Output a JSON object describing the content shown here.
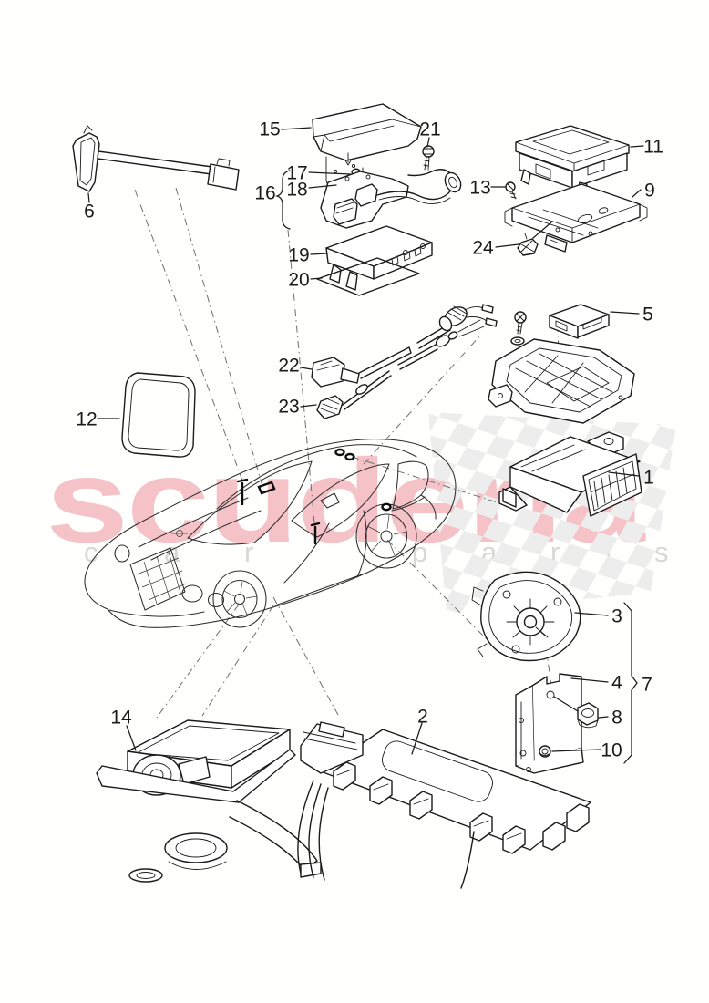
{
  "watermark": {
    "brand": "scuderia",
    "brand_color": "#f4c2c7",
    "tagline": "car parts",
    "letters": [
      "c",
      "a",
      "r",
      "p",
      "a",
      "r",
      "t",
      "s"
    ],
    "tagline_color": "#d8d8d8",
    "checker_color": "#ededed"
  },
  "diagram": {
    "kind": "exploded-parts-line-drawing",
    "line_color": "#1b1b1b",
    "leader_line_color": "#6e6e6e",
    "callouts": [
      {
        "label": "1"
      },
      {
        "label": "2"
      },
      {
        "label": "3"
      },
      {
        "label": "4"
      },
      {
        "label": "5"
      },
      {
        "label": "6"
      },
      {
        "label": "7"
      },
      {
        "label": "8"
      },
      {
        "label": "9"
      },
      {
        "label": "10"
      },
      {
        "label": "11"
      },
      {
        "label": "12"
      },
      {
        "label": "13"
      },
      {
        "label": "14"
      },
      {
        "label": "15"
      },
      {
        "label": "16"
      },
      {
        "label": "17"
      },
      {
        "label": "18"
      },
      {
        "label": "19"
      },
      {
        "label": "20"
      },
      {
        "label": "21"
      },
      {
        "label": "22"
      },
      {
        "label": "23"
      },
      {
        "label": "24"
      }
    ]
  }
}
